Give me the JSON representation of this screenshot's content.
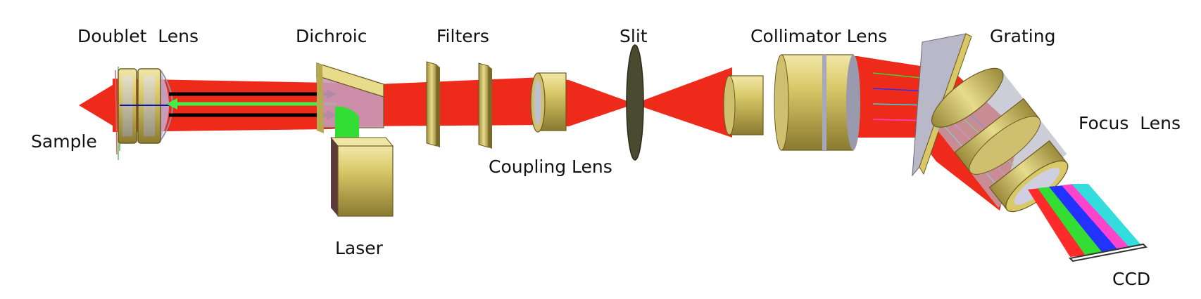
{
  "labels": {
    "doublet_lens": "Doublet  Lens",
    "dichroic": "Dichroic",
    "filters": "Filters",
    "slit": "Slit",
    "collimator_lens": "Collimator Lens",
    "grating": "Grating",
    "focus_lens": "Focus  Lens",
    "sample": "Sample",
    "coupling_lens": "Coupling Lens",
    "laser": "Laser",
    "ccd": "CCD"
  },
  "colors": {
    "beam": "#ee2a1a",
    "lens_gold": "#d8c868",
    "lens_glass": "#b8b8c8",
    "laser_green": "#44ee44",
    "slit_dark": "#4a4a30",
    "spectrum": [
      "#ff2a2a",
      "#33dd33",
      "#2233ff",
      "#ff44cc",
      "#33dddd"
    ]
  }
}
